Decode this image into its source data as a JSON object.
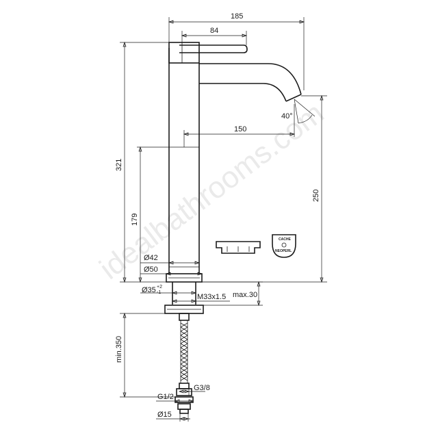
{
  "watermark": "idealbathrooms.com",
  "dimensions": {
    "overall_width": "185",
    "lever_length": "84",
    "spout_reach": "150",
    "overall_height": "321",
    "body_height": "179",
    "outlet_height": "250",
    "spout_angle": "40°",
    "body_diameter": "Ø42",
    "base_diameter": "Ø50",
    "hole_diameter": "Ø35",
    "hole_tolerance_plus": "+2",
    "hole_tolerance_minus": "-1",
    "shank_thread": "M33x1.5",
    "max_deck": "max.30",
    "min_hose": "min.350",
    "hose_connection": "G3/8",
    "supply_connection": "G1/2",
    "supply_diameter": "Ø15"
  },
  "labels": {
    "neoperl_brand": "NEOPERL",
    "neoperl_small": "CACHE"
  }
}
